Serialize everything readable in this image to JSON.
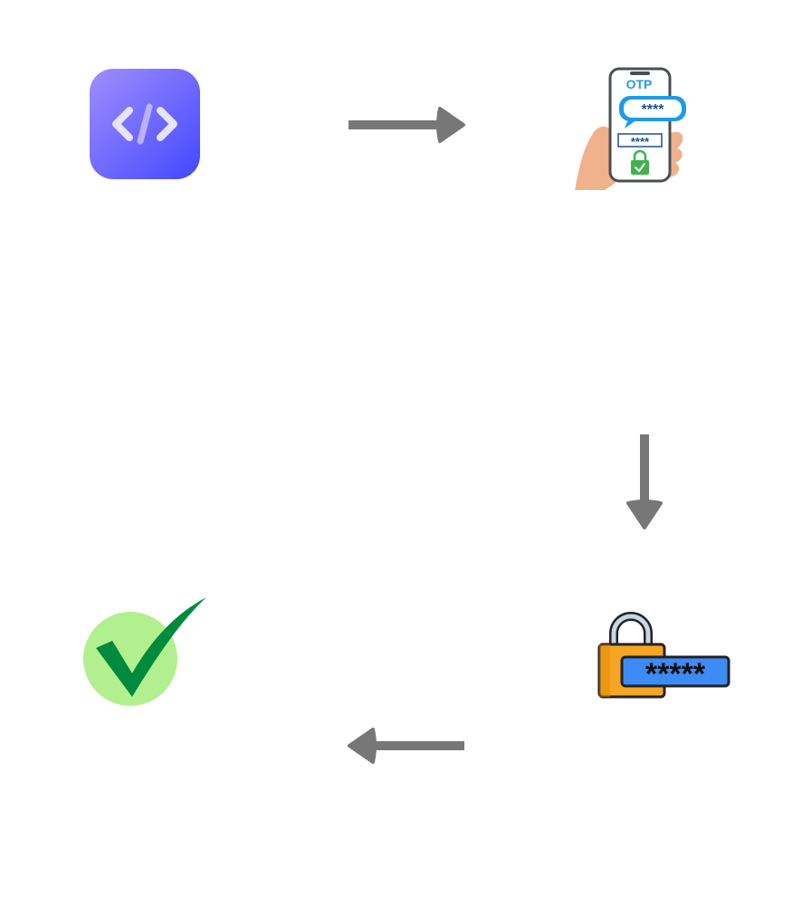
{
  "nodes": {
    "code": {
      "icon": "code-brackets-icon"
    },
    "otp": {
      "icon": "phone-otp-icon",
      "label": "OTP",
      "mask_top": "****",
      "mask_bottom": "****"
    },
    "password": {
      "icon": "password-lock-icon",
      "mask": "*****"
    },
    "success": {
      "icon": "check-mark-icon"
    }
  },
  "arrows": [
    {
      "from": "code",
      "to": "otp",
      "direction": "right"
    },
    {
      "from": "otp",
      "to": "password",
      "direction": "down"
    },
    {
      "from": "password",
      "to": "success",
      "direction": "left"
    }
  ],
  "colors": {
    "arrow": "#777777",
    "code_gradient_start": "#9b8cff",
    "code_gradient_end": "#4a52ff",
    "otp_blue": "#1e9bea",
    "lock_orange": "#f5a623",
    "mask_blue": "#3d8bf5",
    "check_light": "#b2ef8f",
    "check_dark": "#008a3e"
  }
}
